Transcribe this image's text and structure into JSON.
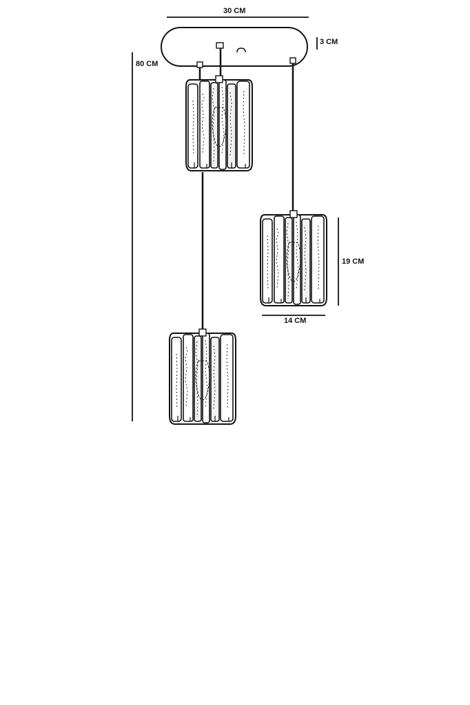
{
  "dimensions": {
    "canopy_width": "30 CM",
    "canopy_height": "3 CM",
    "total_drop": "80 CM",
    "shade_height": "19 CM",
    "shade_width": "14 CM"
  },
  "colors": {
    "line": "#111111",
    "background": "#ffffff"
  }
}
